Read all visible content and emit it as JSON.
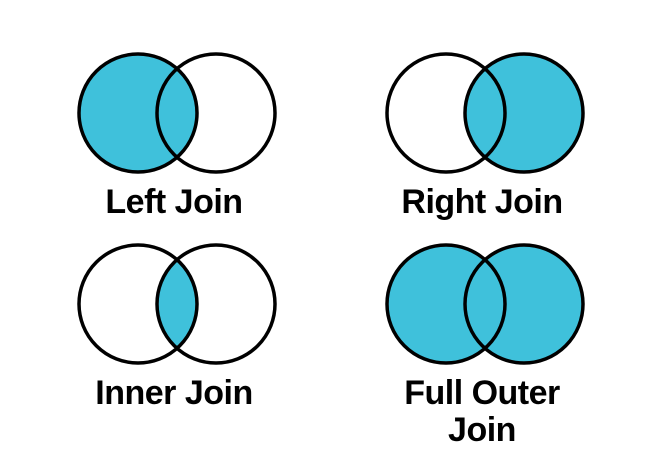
{
  "page": {
    "background_color": "#FFFFFF",
    "description": "Venn diagrams of SQL join types"
  },
  "colors": {
    "shaded": "#3FC1DB",
    "unshaded": "#FFFFFF",
    "outline": "#000000",
    "label_text": "#000000"
  },
  "diagrams": [
    {
      "id": "left-join",
      "label": "Left Join",
      "shaded_region": "left-circle",
      "left_fill": "#3FC1DB",
      "right_fill": "#FFFFFF",
      "lens_fill": "#3FC1DB"
    },
    {
      "id": "right-join",
      "label": "Right Join",
      "shaded_region": "right-circle",
      "left_fill": "#FFFFFF",
      "right_fill": "#3FC1DB",
      "lens_fill": "#3FC1DB"
    },
    {
      "id": "inner-join",
      "label": "Inner Join",
      "shaded_region": "intersection",
      "left_fill": "#FFFFFF",
      "right_fill": "#FFFFFF",
      "lens_fill": "#3FC1DB"
    },
    {
      "id": "full-outer-join",
      "label": "Full Outer Join",
      "shaded_region": "both-circles",
      "left_fill": "#3FC1DB",
      "right_fill": "#3FC1DB",
      "lens_fill": "#3FC1DB"
    }
  ]
}
